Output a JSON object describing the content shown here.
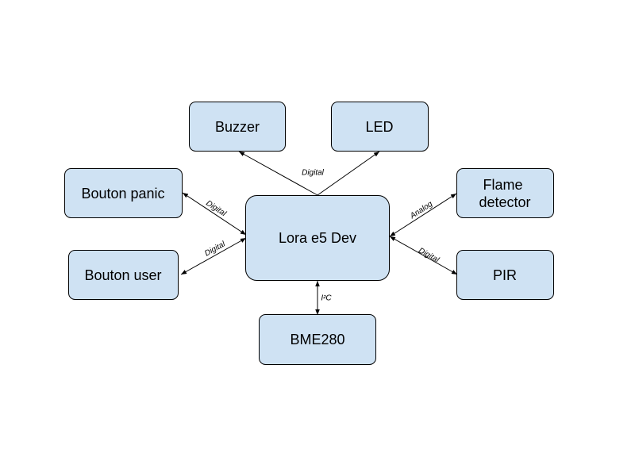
{
  "diagram": {
    "nodes": {
      "buzzer": {
        "label": "Buzzer"
      },
      "led": {
        "label": "LED"
      },
      "bouton_panic": {
        "label": "Bouton panic"
      },
      "lora": {
        "label": "Lora e5 Dev"
      },
      "flame": {
        "line1": "Flame",
        "line2": "detector"
      },
      "bouton_user": {
        "label": "Bouton user"
      },
      "pir": {
        "label": "PIR"
      },
      "bme280": {
        "label": "BME280"
      }
    },
    "edges": {
      "to_outputs": {
        "label": "Digital"
      },
      "bouton_panic": {
        "label": "Digital"
      },
      "bouton_user": {
        "label": "Digital"
      },
      "flame": {
        "label": "Analog"
      },
      "pir": {
        "label": "Digital"
      },
      "bme280": {
        "label": "I²C"
      }
    },
    "colors": {
      "node_fill": "#cfe2f3",
      "stroke": "#000000"
    }
  }
}
